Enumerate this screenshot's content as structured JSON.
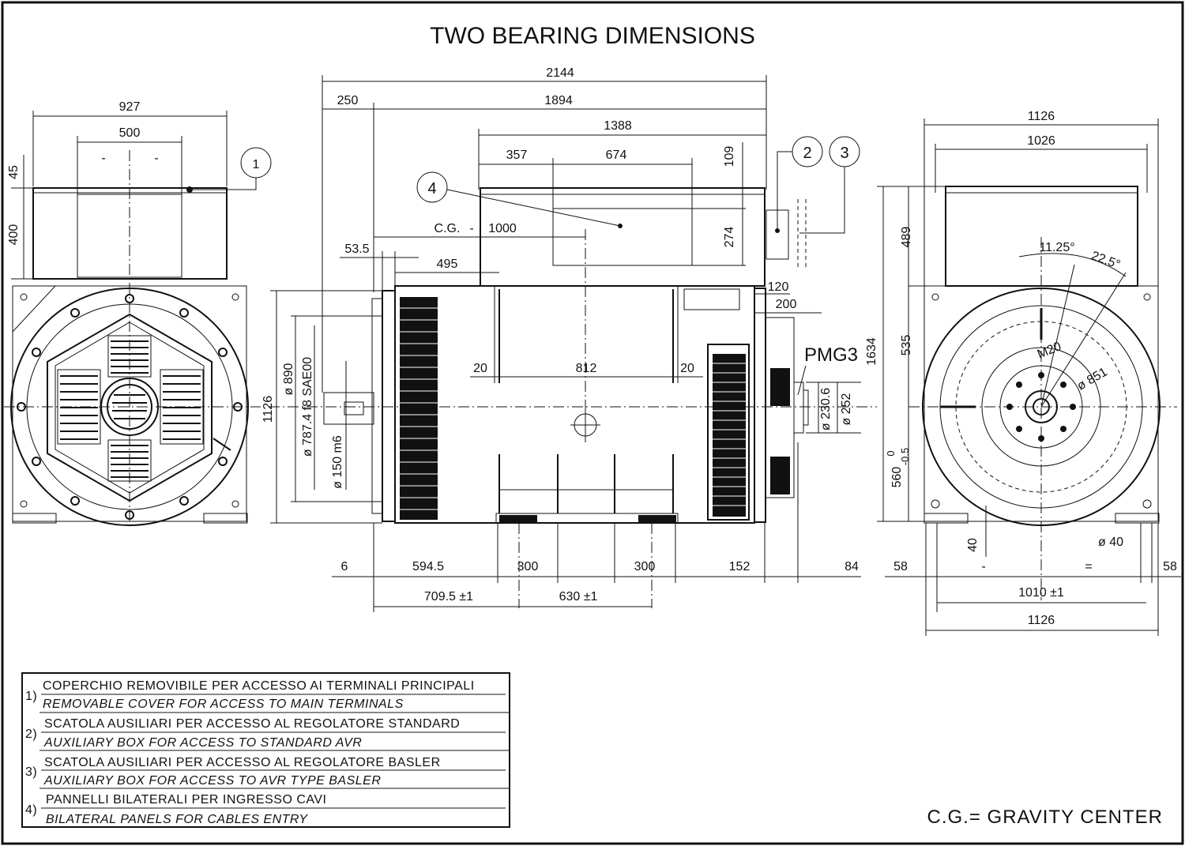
{
  "title": "TWO BEARING DIMENSIONS",
  "left_view": {
    "dims": {
      "w927": "927",
      "w500": "500",
      "h45": "45",
      "h400": "400",
      "eq_a": "-",
      "eq_b": "-"
    },
    "callout_1": "1"
  },
  "center_view": {
    "dims": {
      "d2144": "2144",
      "d250": "250",
      "d1894": "1894",
      "d1388": "1388",
      "d357": "357",
      "d674": "674",
      "d109": "109",
      "d274": "274",
      "cg": "C.G.",
      "cg_dash": "-",
      "d1000": "1000",
      "d53_5": "53.5",
      "d495": "495",
      "d120": "120",
      "d200": "200",
      "d20a": "20",
      "d812": "812",
      "d20b": "20",
      "d1126": "1126",
      "dia890": "ø 890",
      "dia787": "ø 787.4  f8  SAE00",
      "dia150": "ø 150 m6",
      "dia230": "ø 230.6",
      "dia252": "ø 252",
      "d6": "6",
      "d594_5": "594.5",
      "d300a": "300",
      "d300b": "300",
      "d152": "152",
      "d84": "84",
      "d709": "709.5 ±1",
      "d630": "630 ±1",
      "pmg": "PMG3",
      "d1634": "1634"
    },
    "callout_2": "2",
    "callout_3": "3",
    "callout_4": "4"
  },
  "right_view": {
    "dims": {
      "d1126top": "1126",
      "d1026": "1026",
      "d489": "489",
      "d535": "535",
      "d560": "560",
      "tol_hi": "0",
      "tol_lo": "-0.5",
      "a11": "11.25°",
      "a22": "22.5°",
      "m20": "M20",
      "dia851": "ø 851",
      "d40": "40",
      "dia40": "ø 40",
      "d58a": "58",
      "d58b": "58",
      "eq_a": "-",
      "eq_b": "=",
      "d1010": "1010 ±1",
      "d1126bot": "1126"
    }
  },
  "legend": {
    "rows": [
      {
        "num": "1)",
        "it": "COPERCHIO REMOVIBILE PER ACCESSO AI TERMINALI PRINCIPALI",
        "en": "REMOVABLE COVER  FOR ACCESS TO MAIN TERMINALS"
      },
      {
        "num": "2)",
        "it": "SCATOLA AUSILIARI PER ACCESSO AL REGOLATORE STANDARD",
        "en": "AUXILIARY BOX FOR ACCESS TO STANDARD AVR"
      },
      {
        "num": "3)",
        "it": "SCATOLA AUSILIARI PER ACCESSO AL REGOLATORE BASLER",
        "en": "AUXILIARY BOX FOR ACCESS TO AVR TYPE BASLER"
      },
      {
        "num": "4)",
        "it": "PANNELLI BILATERALI PER INGRESSO CAVI",
        "en": "BILATERAL PANELS FOR CABLES ENTRY"
      }
    ]
  },
  "footnote": "C.G.= GRAVITY CENTER"
}
